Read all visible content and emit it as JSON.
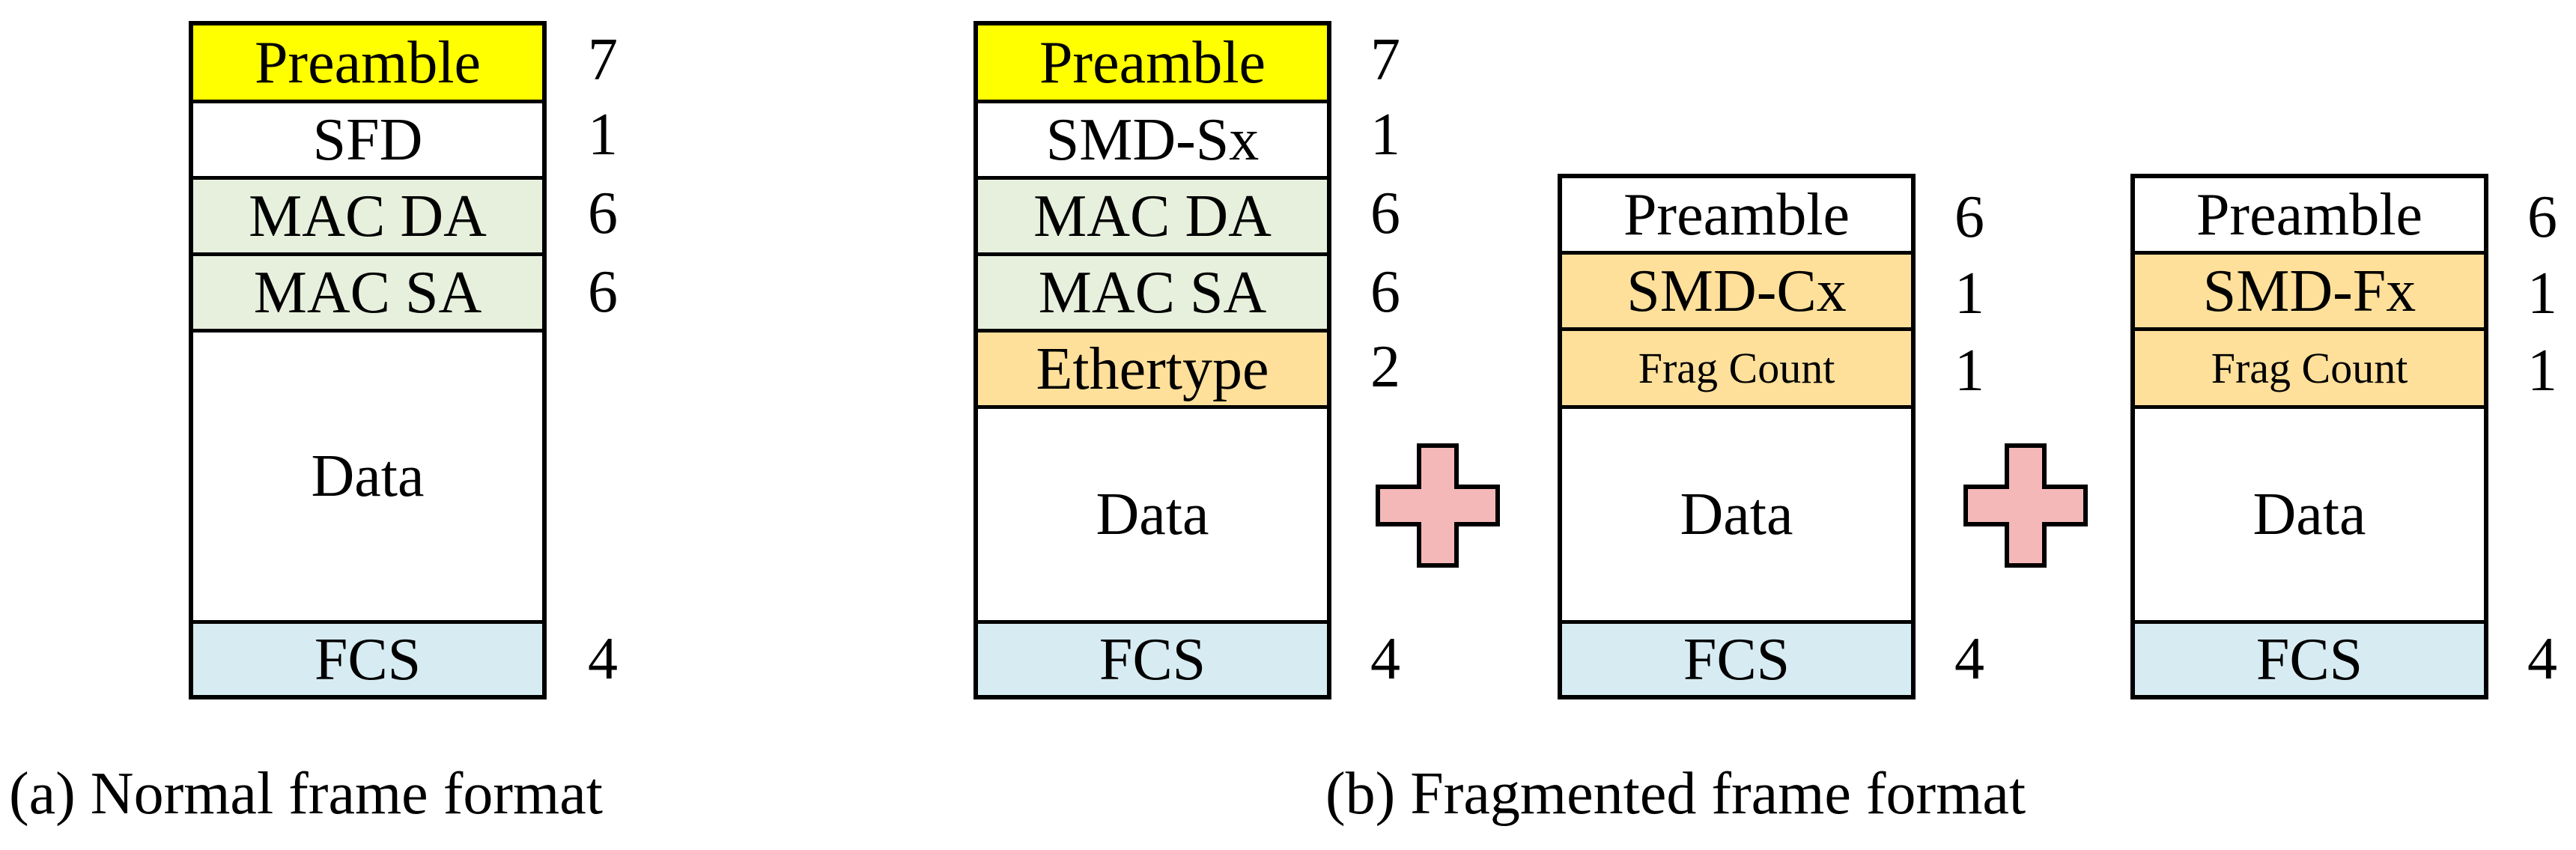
{
  "frame_a": {
    "fields": [
      "Preamble",
      "SFD",
      "MAC DA",
      "MAC SA",
      "Data",
      "FCS"
    ],
    "sizes": [
      "7",
      "1",
      "6",
      "6",
      "",
      "4"
    ],
    "caption": "(a) Normal frame format"
  },
  "frame_b1": {
    "fields": [
      "Preamble",
      "SMD-Sx",
      "MAC DA",
      "MAC SA",
      "Ethertype",
      "Data",
      "FCS"
    ],
    "sizes": [
      "7",
      "1",
      "6",
      "6",
      "2",
      "",
      "4"
    ]
  },
  "frame_b2": {
    "fields": [
      "Preamble",
      "SMD-Cx",
      "Frag Count",
      "Data",
      "FCS"
    ],
    "sizes": [
      "6",
      "1",
      "1",
      "",
      "4"
    ]
  },
  "frame_b3": {
    "fields": [
      "Preamble",
      "SMD-Fx",
      "Frag Count",
      "Data",
      "FCS"
    ],
    "sizes": [
      "6",
      "1",
      "1",
      "",
      "4"
    ]
  },
  "caption_b": "(b) Fragmented frame format",
  "colors": {
    "preamble_yellow": "#ffff00",
    "mac_green": "#e7f0dd",
    "ethertype_orange": "#ffe09a",
    "fcs_blue": "#d6ecf2",
    "plus_fill": "#f4b8b8"
  }
}
